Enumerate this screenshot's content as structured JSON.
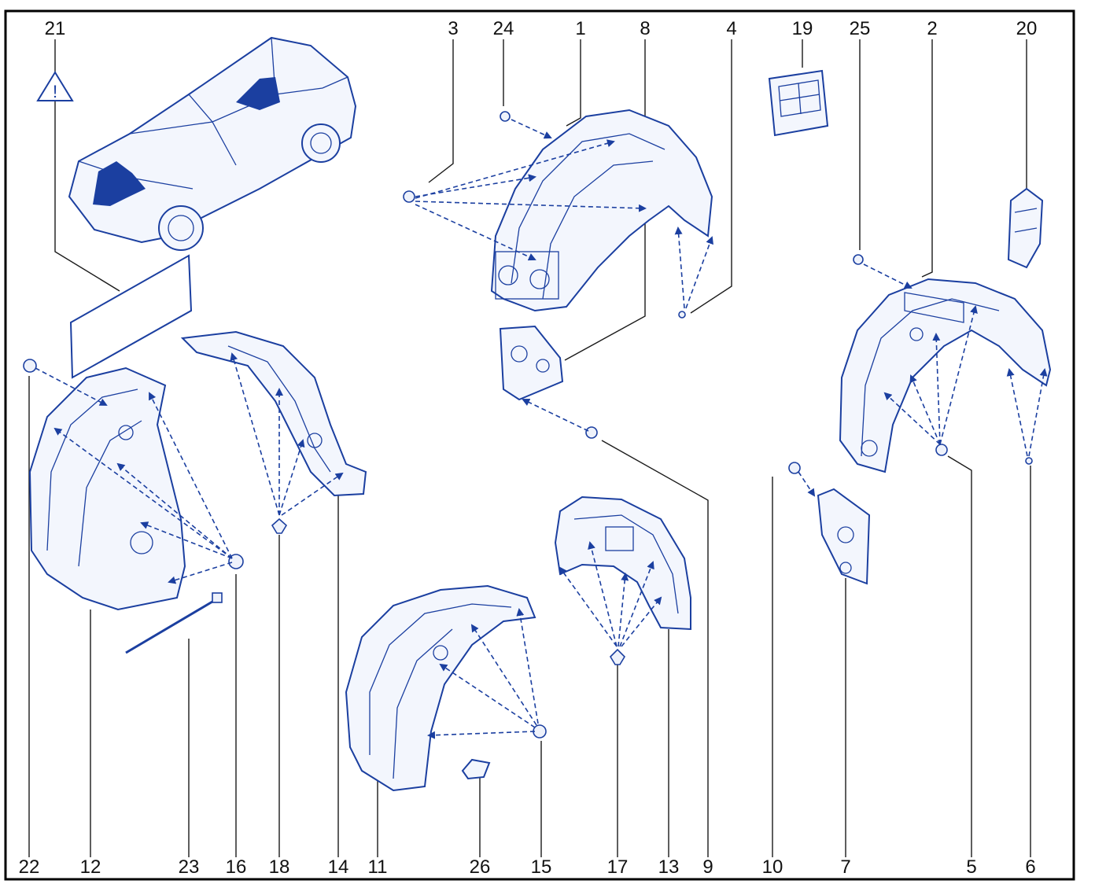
{
  "labels": {
    "l1": "1",
    "l2": "2",
    "l3": "3",
    "l4": "4",
    "l5": "5",
    "l6": "6",
    "l7": "7",
    "l8": "8",
    "l9": "9",
    "l10": "10",
    "l11": "11",
    "l12": "12",
    "l13": "13",
    "l14": "14",
    "l15": "15",
    "l16": "16",
    "l17": "17",
    "l18": "18",
    "l19": "19",
    "l20": "20",
    "l21": "21",
    "l22": "22",
    "l23": "23",
    "l24": "24",
    "l25": "25",
    "l26": "26"
  },
  "warning_symbol": "!",
  "colors": {
    "line_art": "#1b3fa0",
    "label_text": "#111111",
    "frame": "#000000",
    "background": "#ffffff"
  }
}
